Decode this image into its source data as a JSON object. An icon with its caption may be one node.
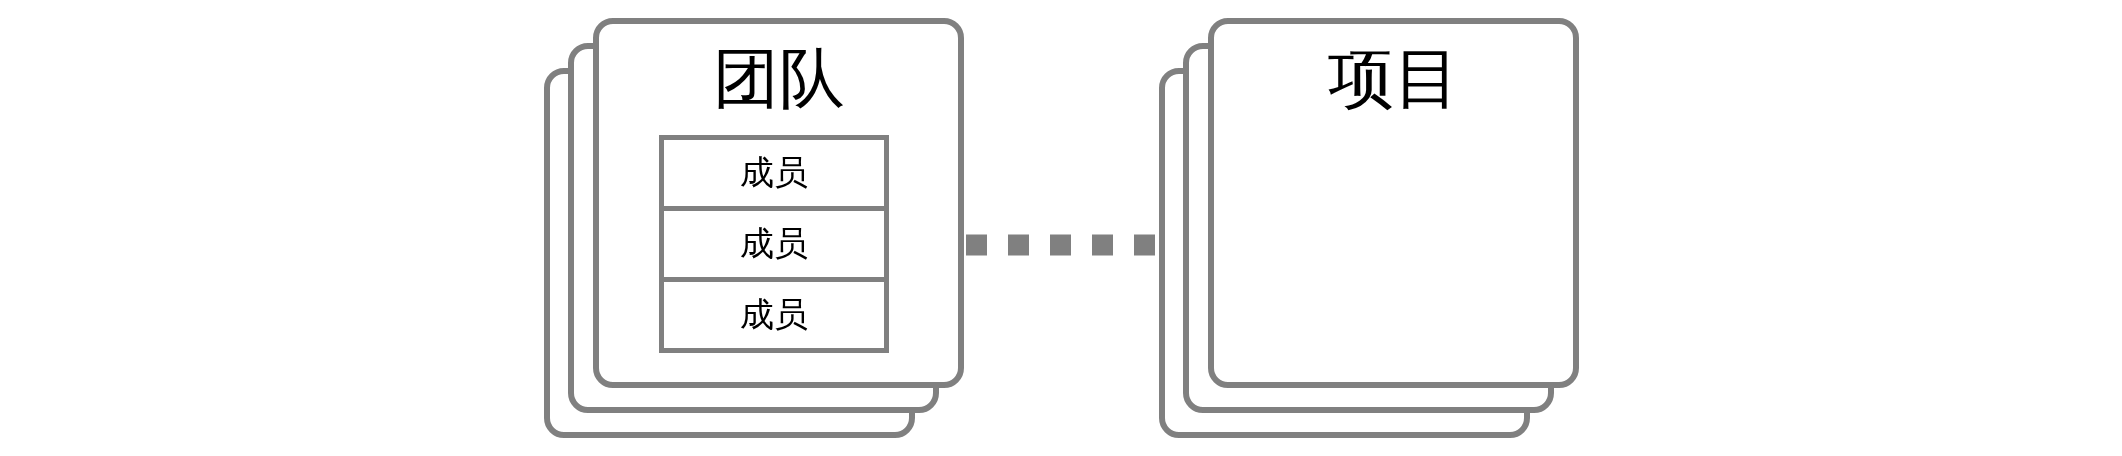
{
  "diagram": {
    "nodes": [
      {
        "text": [
          "团队"
        ]
      },
      {
        "text": [
          "成员"
        ],
        "in": 0
      },
      {
        "text": [
          "成员"
        ],
        "in": 0
      },
      {
        "text": [
          "成员"
        ],
        "in": 0
      },
      {
        "text": [
          "项目"
        ]
      }
    ],
    "edges": [
      {
        "from": 0,
        "to": 4,
        "arrow": "none",
        "style": "dashed"
      }
    ]
  }
}
